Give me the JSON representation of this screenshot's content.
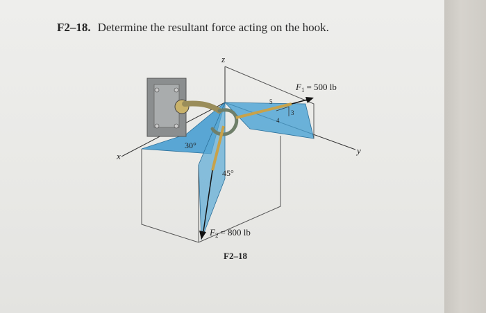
{
  "problem": {
    "number": "F2–18.",
    "statement": "Determine the resultant force acting on the hook."
  },
  "figure": {
    "caption": "F2–18",
    "axes": {
      "x": "x",
      "y": "y",
      "z": "z"
    },
    "angles": {
      "a1": "30°",
      "a2": "45°"
    },
    "forces": {
      "f1": {
        "symbol": "F",
        "subscript": "1",
        "value": "= 500 lb"
      },
      "f2": {
        "symbol": "F",
        "subscript": "2",
        "value": "= 800 lb"
      }
    },
    "slope": {
      "hyp": "5",
      "rise": "3",
      "run": "4"
    }
  },
  "colors": {
    "plane_blue": "#3f9ad0",
    "text": "#222222"
  }
}
